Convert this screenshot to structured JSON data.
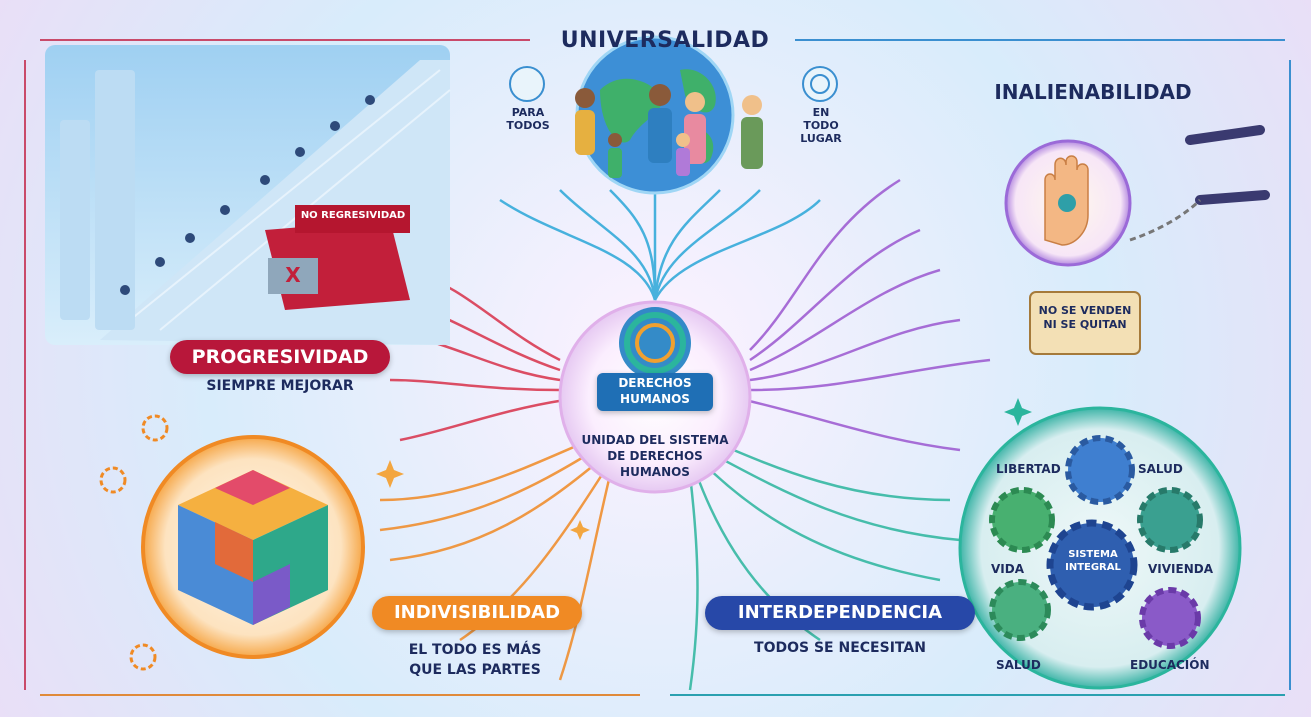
{
  "top_title": "UNIVERSALIDAD",
  "universality": {
    "left_label": "PARA TODOS",
    "right_label": "EN TODO LUGAR"
  },
  "inalienability": {
    "title": "INALIENABILIDAD",
    "scroll_text": "NO SE VENDEN NI SE QUITAN"
  },
  "progressivity": {
    "title": "PROGRESIVIDAD",
    "subtitle": "SIEMPRE MEJORAR",
    "sign": "NO REGRESIVIDAD"
  },
  "center": {
    "banner": "DERECHOS HUMANOS",
    "caption": "UNIDAD DEL SISTEMA DE DERECHOS HUMANOS"
  },
  "indivisibility": {
    "title": "INDIVISIBILIDAD",
    "subtitle": "EL TODO ES MÁS QUE LAS PARTES"
  },
  "interdependence": {
    "title": "INTERDEPENDENCIA",
    "subtitle": "TODOS SE NECESITAN",
    "gears": {
      "libertad": "LIBERTAD",
      "salud_top": "SALUD",
      "vida": "VIDA",
      "sistema": "SISTEMA INTEGRAL",
      "vivienda": "VIVIENDA",
      "salud_bottom": "SALUD",
      "educacion": "EDUCACIÓN"
    }
  },
  "colors": {
    "progresividad": "#b8173a",
    "indivisibilidad": "#f08a24",
    "interdependencia": "#2748a8",
    "universalidad": "#1e9cd7",
    "inalienabilidad": "#8a4fc8",
    "center_banner": "#1f6fb5"
  }
}
